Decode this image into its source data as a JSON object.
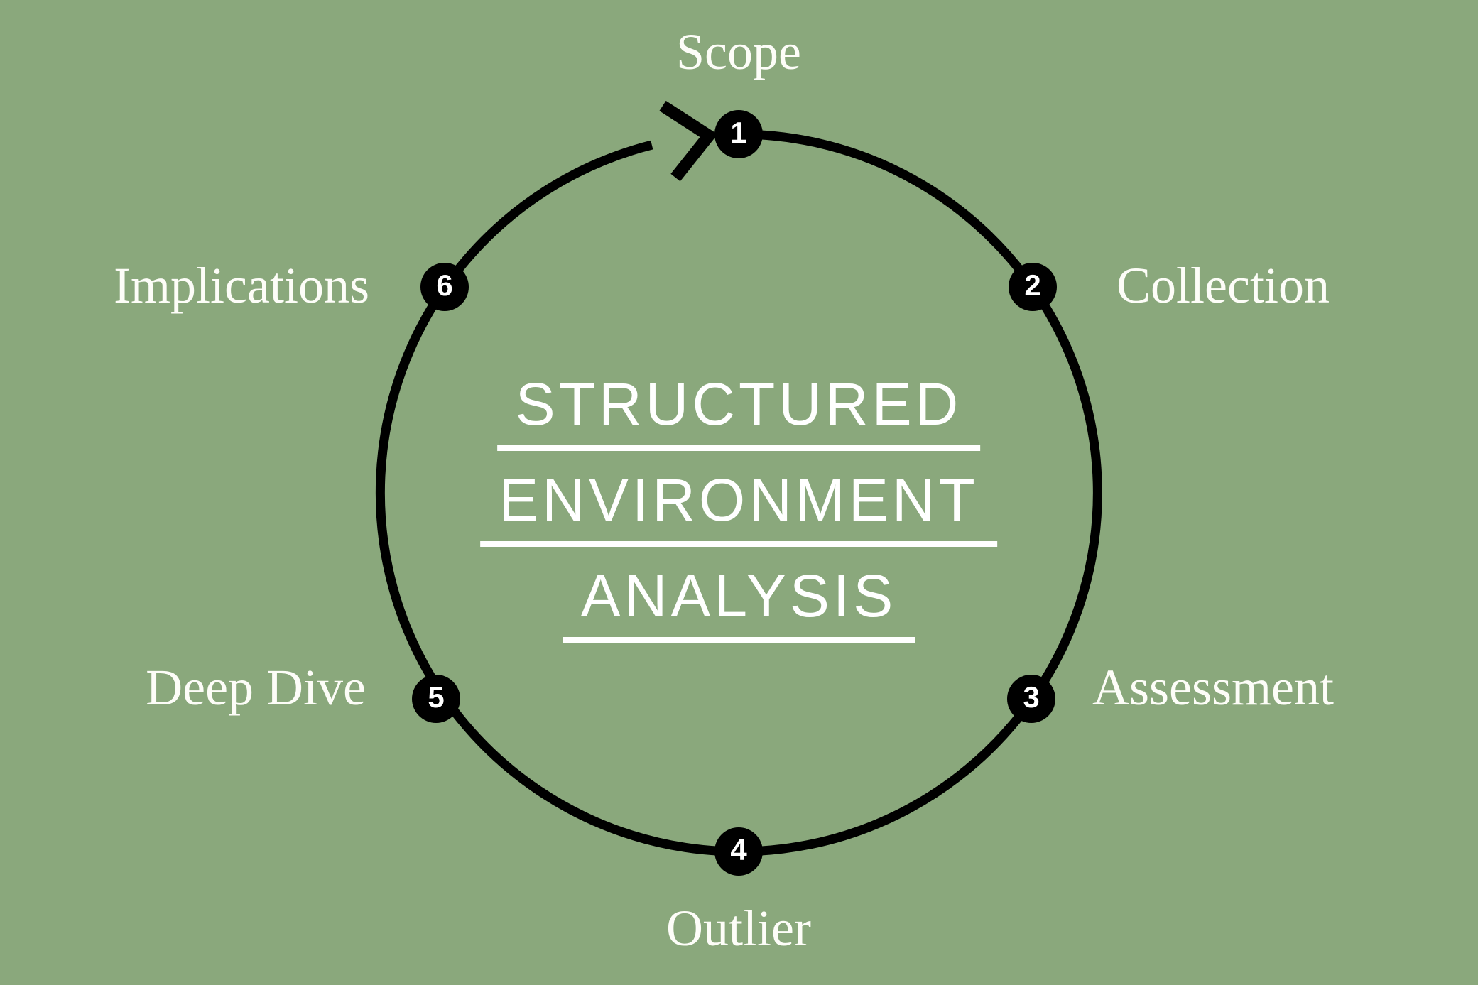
{
  "background_color": "#8aa87c",
  "ring_color": "#000000",
  "text_color": "#ffffff",
  "title": {
    "lines": [
      "STRUCTURED",
      "ENVIRONMENT",
      "ANALYSIS"
    ]
  },
  "cycle": {
    "direction": "clockwise",
    "steps": [
      {
        "number": "1",
        "label": "Scope"
      },
      {
        "number": "2",
        "label": "Collection"
      },
      {
        "number": "3",
        "label": "Assessment"
      },
      {
        "number": "4",
        "label": "Outlier"
      },
      {
        "number": "5",
        "label": "Deep Dive"
      },
      {
        "number": "6",
        "label": "Implications"
      }
    ]
  }
}
